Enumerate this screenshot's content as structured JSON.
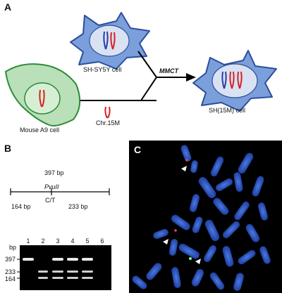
{
  "panel_a": {
    "letter": "A",
    "sh_cell_label": "SH-SY5Y cell",
    "mouse_cell_label": "Mouse A9 cell",
    "chr_label": "Chr.15M",
    "mmct_label": "MMCT",
    "result_label": "SH(15M) cell"
  },
  "panel_b": {
    "letter": "B",
    "total_bp": "397 bp",
    "enzyme": "PvuII",
    "snp": "C/T",
    "left_frag": "164 bp",
    "right_frag": "233 bp",
    "gel": {
      "bp_unit": "bp",
      "lanes": [
        "1",
        "2",
        "3",
        "4",
        "5",
        "6"
      ],
      "markers": [
        "397",
        "233",
        "164"
      ]
    }
  },
  "panel_c": {
    "letter": "C"
  },
  "colors": {
    "neuro_fill": "#7a9fdb",
    "neuro_stroke": "#2c4e9c",
    "nucleus_fill": "#d9e2f3",
    "mouse_fill": "#b9e0b8",
    "mouse_stroke": "#2e8a3a",
    "chr_red": "#d82020",
    "chr_blue": "#2a3aa8"
  }
}
